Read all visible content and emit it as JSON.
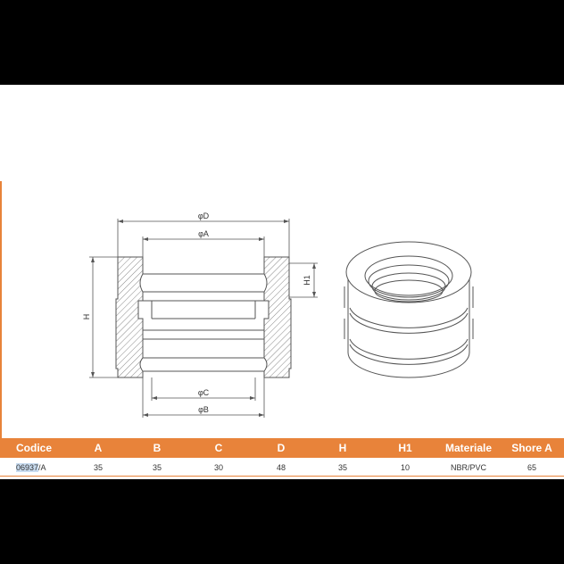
{
  "dimension_labels": {
    "phi_d": "φD",
    "phi_a": "φA",
    "phi_c": "φC",
    "phi_b": "φB",
    "h": "H",
    "h1": "H1"
  },
  "table": {
    "headers": [
      "Codice",
      "A",
      "B",
      "C",
      "D",
      "H",
      "H1",
      "Materiale",
      "Shore A"
    ],
    "rows": [
      {
        "code_highlighted": "06937",
        "code_suffix": "/A",
        "a": "35",
        "b": "35",
        "c": "30",
        "d": "48",
        "h": "35",
        "h1": "10",
        "materiale": "NBR/PVC",
        "shore_a": "65"
      }
    ]
  },
  "colors": {
    "accent": "#e8833a",
    "line": "#555555",
    "background": "#ffffff"
  }
}
